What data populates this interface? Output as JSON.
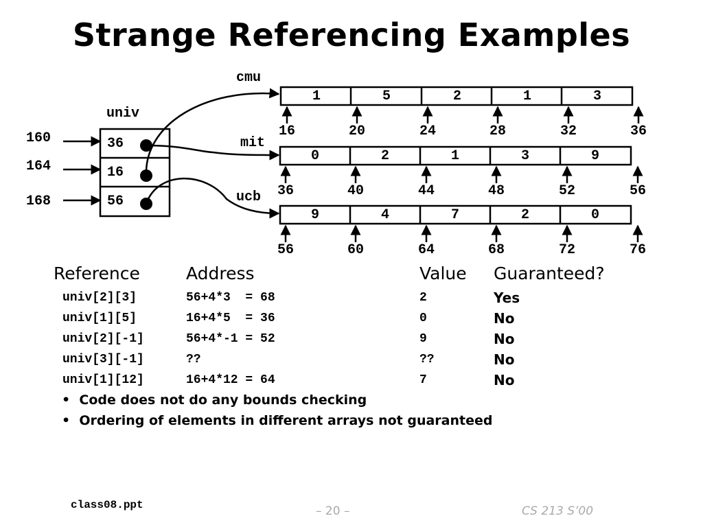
{
  "title": "Strange Referencing Examples",
  "univ": {
    "name": "univ",
    "addresses": [
      "160",
      "164",
      "168"
    ],
    "cells": [
      "36",
      "16",
      "56"
    ]
  },
  "arrays": [
    {
      "name": "cmu",
      "values": [
        "1",
        "5",
        "2",
        "1",
        "3"
      ],
      "addresses": [
        "16",
        "20",
        "24",
        "28",
        "32",
        "36"
      ]
    },
    {
      "name": "mit",
      "values": [
        "0",
        "2",
        "1",
        "3",
        "9"
      ],
      "addresses": [
        "36",
        "40",
        "44",
        "48",
        "52",
        "56"
      ]
    },
    {
      "name": "ucb",
      "values": [
        "9",
        "4",
        "7",
        "2",
        "0"
      ],
      "addresses": [
        "56",
        "60",
        "64",
        "68",
        "72",
        "76"
      ]
    }
  ],
  "table": {
    "headers": [
      "Reference",
      "Address",
      "Value",
      "Guaranteed?"
    ],
    "rows": [
      {
        "ref": "univ[2][3]",
        "addr": "56+4*3  = 68",
        "value": "2",
        "guaranteed": "Yes"
      },
      {
        "ref": "univ[1][5]",
        "addr": "16+4*5  = 36",
        "value": "0",
        "guaranteed": "No"
      },
      {
        "ref": "univ[2][-1]",
        "addr": "56+4*-1 = 52",
        "value": "9",
        "guaranteed": "No"
      },
      {
        "ref": "univ[3][-1]",
        "addr": "??",
        "value": "??",
        "guaranteed": "No"
      },
      {
        "ref": "univ[1][12]",
        "addr": "16+4*12 = 64",
        "value": "7",
        "guaranteed": "No"
      }
    ]
  },
  "bullets": [
    "Code does not do any bounds checking",
    "Ordering of elements in different arrays not guaranteed"
  ],
  "footer": {
    "file": "class08.ppt",
    "page": "– 20 –",
    "course": "CS 213 S’00"
  }
}
